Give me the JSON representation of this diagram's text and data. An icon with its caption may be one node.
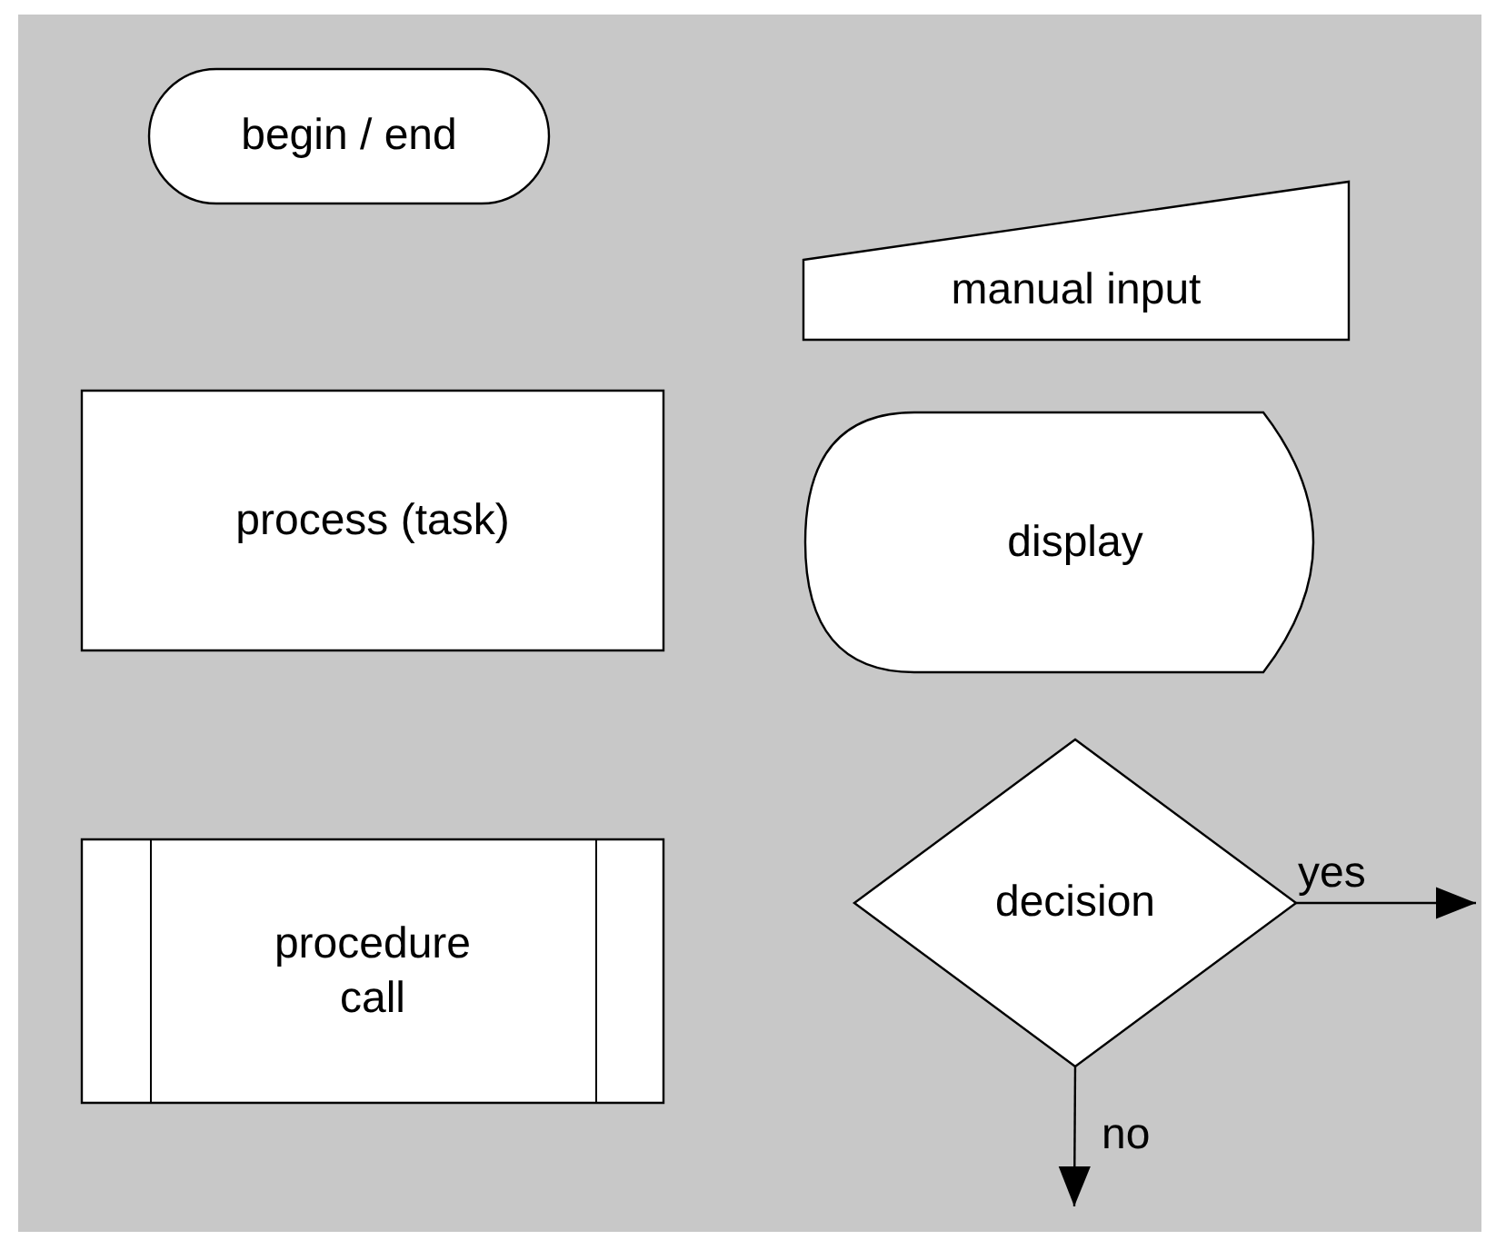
{
  "diagram": {
    "nodes": [
      {
        "text": [
          "begin / end"
        ]
      },
      {
        "text": [
          "manual input"
        ]
      },
      {
        "text": [
          "process (task)"
        ]
      },
      {
        "text": [
          "display"
        ]
      },
      {
        "text": [
          "procedure call"
        ]
      },
      {
        "text": [
          "decision"
        ]
      }
    ],
    "edges": [
      {
        "from": 5,
        "to": null,
        "arrow": "to",
        "label": "yes"
      },
      {
        "from": 5,
        "to": null,
        "arrow": "to",
        "label": "no"
      }
    ]
  }
}
